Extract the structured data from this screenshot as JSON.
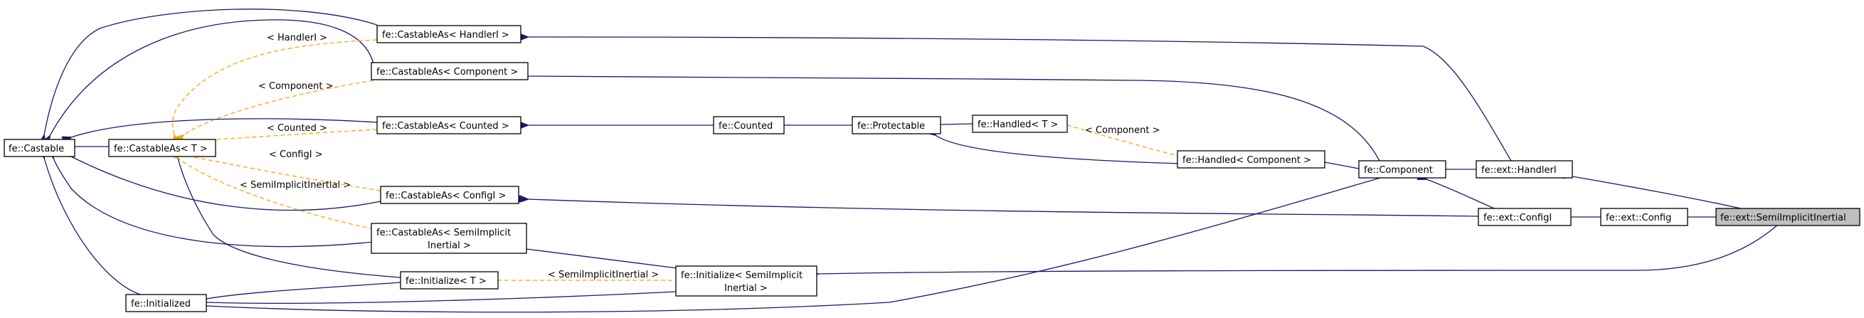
{
  "nodes": {
    "castable": "fe::Castable",
    "castable_as_t": "fe::CastableAs< T >",
    "initialized": "fe::Initialized",
    "castable_as_handleri": "fe::CastableAs< HandlerI >",
    "castable_as_component": "fe::CastableAs< Component >",
    "castable_as_counted": "fe::CastableAs< Counted >",
    "castable_as_configi": "fe::CastableAs< ConfigI >",
    "castable_as_semi_line1": "fe::CastableAs< SemiImplicit",
    "castable_as_semi_line2": "Inertial >",
    "initialize_t": "fe::Initialize< T >",
    "initialize_semi_line1": "fe::Initialize< SemiImplicit",
    "initialize_semi_line2": "Inertial >",
    "counted": "fe::Counted",
    "protectable": "fe::Protectable",
    "handled_t": "fe::Handled< T >",
    "handled_component": "fe::Handled< Component >",
    "component": "fe::Component",
    "ext_handleri": "fe::ext::HandlerI",
    "ext_configi": "fe::ext::ConfigI",
    "ext_config": "fe::ext::Config",
    "ext_semi": "fe::ext::SemiImplicitInertial"
  },
  "edge_labels": {
    "handleri": "< HandlerI >",
    "component": "< Component >",
    "counted": "< Counted >",
    "configi": "< ConfigI >",
    "semi": "< SemiImplicitInertial >",
    "semi_initialize": "< SemiImplicitInertial >",
    "handled_component": "< Component >"
  },
  "colors": {
    "inheritance": "#191970",
    "template_instance": "#ffa500",
    "highlight_fill": "#bfbfbf"
  }
}
